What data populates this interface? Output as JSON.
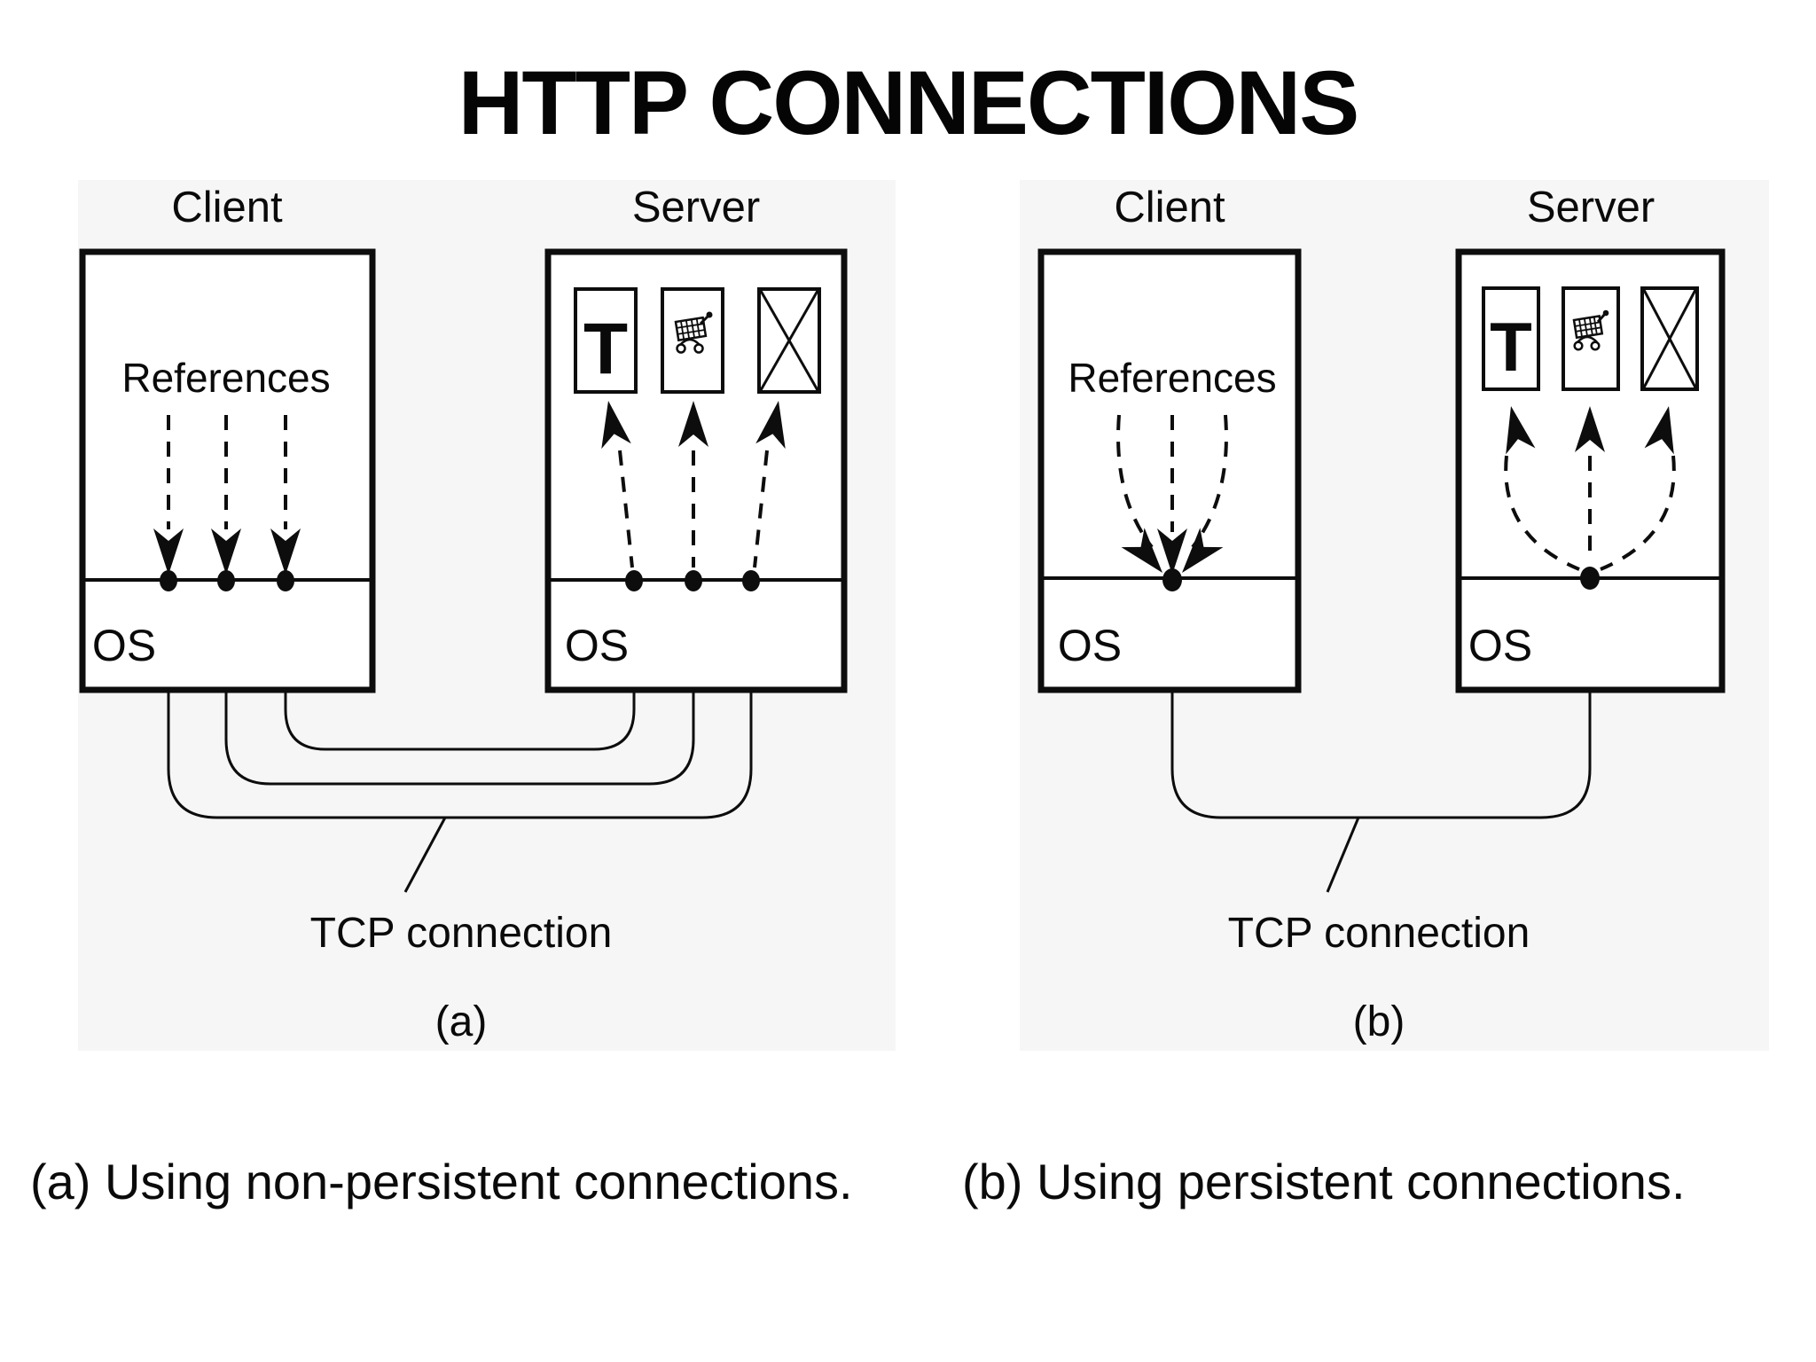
{
  "title": "HTTP CONNECTIONS",
  "colors": {
    "ink": "#0d0d0d",
    "panel_background": "#f6f6f6",
    "box_background": "#ffffff"
  },
  "icons": {
    "text_glyph": "T",
    "text_icon": "text-document-icon",
    "cart_icon": "shopping-cart-icon",
    "image_icon": "image-placeholder-icon"
  },
  "panel_a": {
    "client_title": "Client",
    "server_title": "Server",
    "references_label": "References",
    "client_os_label": "OS",
    "server_os_label": "OS",
    "tcp_label": "TCP connection",
    "figure_label": "(a)",
    "caption": "(a) Using non-persistent connections."
  },
  "panel_b": {
    "client_title": "Client",
    "server_title": "Server",
    "references_label": "References",
    "client_os_label": "OS",
    "server_os_label": "OS",
    "tcp_label": "TCP connection",
    "figure_label": "(b)",
    "caption": "(b) Using persistent connections."
  }
}
